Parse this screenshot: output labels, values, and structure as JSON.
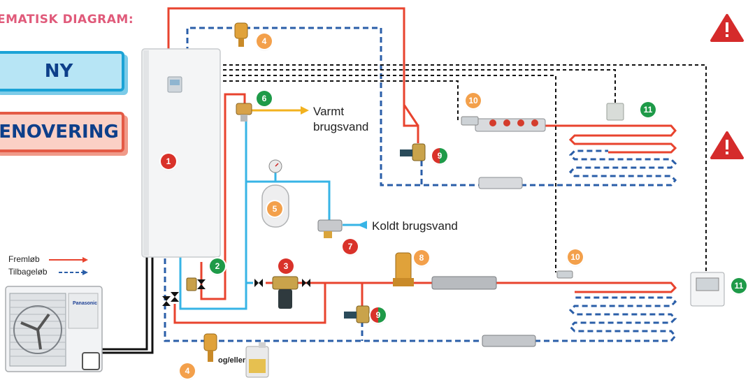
{
  "title": "EMATISK DIAGRAM:",
  "banners": {
    "new": "NY",
    "renovation": "ENOVERING"
  },
  "legend": {
    "flow": "Fremløb",
    "return": "Tilbageløb"
  },
  "labels": {
    "hot_water_line1": "Varmt",
    "hot_water_line2": "brugsvand",
    "cold_water": "Koldt brugsvand",
    "and_or": "og/eller",
    "brand": "Panasonic"
  },
  "badges": {
    "b1": "1",
    "b2": "2",
    "b3": "3",
    "b4a": "4",
    "b4b": "4",
    "b5": "5",
    "b6": "6",
    "b7": "7",
    "b8": "8",
    "b9a": "9",
    "b9b": "9",
    "b10a": "10",
    "b10b": "10",
    "b11a": "11",
    "b11b": "11"
  },
  "colors": {
    "flow": "#e8432e",
    "return": "#2a5ea8",
    "dhw_cold": "#37b4e6",
    "dhw_hot": "#f2b21f",
    "control": "#111111",
    "badge_red": "#d9322a",
    "badge_orange": "#f3a04b",
    "badge_green": "#1e9a48",
    "warning": "#d52b2b"
  },
  "icons": [
    "warning-icon",
    "heat-pump-outdoor-unit",
    "indoor-unit",
    "thermostat",
    "remote-controller",
    "manifold",
    "pump",
    "valve"
  ]
}
